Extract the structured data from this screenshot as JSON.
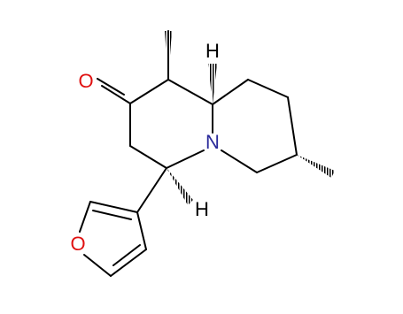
{
  "atom_labels": {
    "oxygen_carbonyl": "O",
    "oxygen_furan": "O",
    "nitrogen": "N",
    "hydrogen_top": "H",
    "hydrogen_bottom": "H"
  },
  "colors": {
    "bond": "#000000",
    "oxygen": "#e01010",
    "nitrogen": "#2a2a9a",
    "hydrogen": "#000000",
    "background": "#ffffff"
  }
}
